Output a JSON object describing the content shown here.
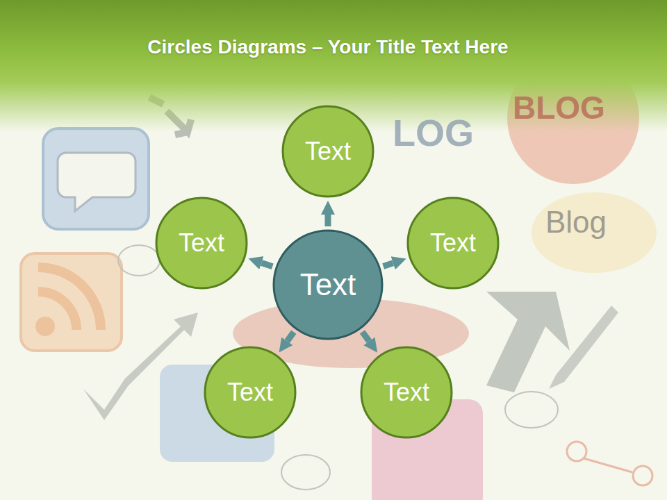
{
  "diagram": {
    "title": "Circles Diagrams – Your Title Text Here",
    "nodes": [
      {
        "text": [
          "Text"
        ]
      },
      {
        "text": [
          "Text"
        ]
      },
      {
        "text": [
          "Text"
        ]
      },
      {
        "text": [
          "Text"
        ]
      },
      {
        "text": [
          "Text"
        ]
      },
      {
        "text": [
          "Text"
        ]
      }
    ],
    "edges": [
      {
        "from": 3,
        "to": 0,
        "arrow": "to"
      },
      {
        "from": 3,
        "to": 1,
        "arrow": "to"
      },
      {
        "from": 3,
        "to": 2,
        "arrow": "to"
      },
      {
        "from": 3,
        "to": 4,
        "arrow": "to"
      },
      {
        "from": 3,
        "to": 5,
        "arrow": "to"
      }
    ],
    "labels": [
      "BLOG",
      "LOG",
      "Blog"
    ]
  }
}
